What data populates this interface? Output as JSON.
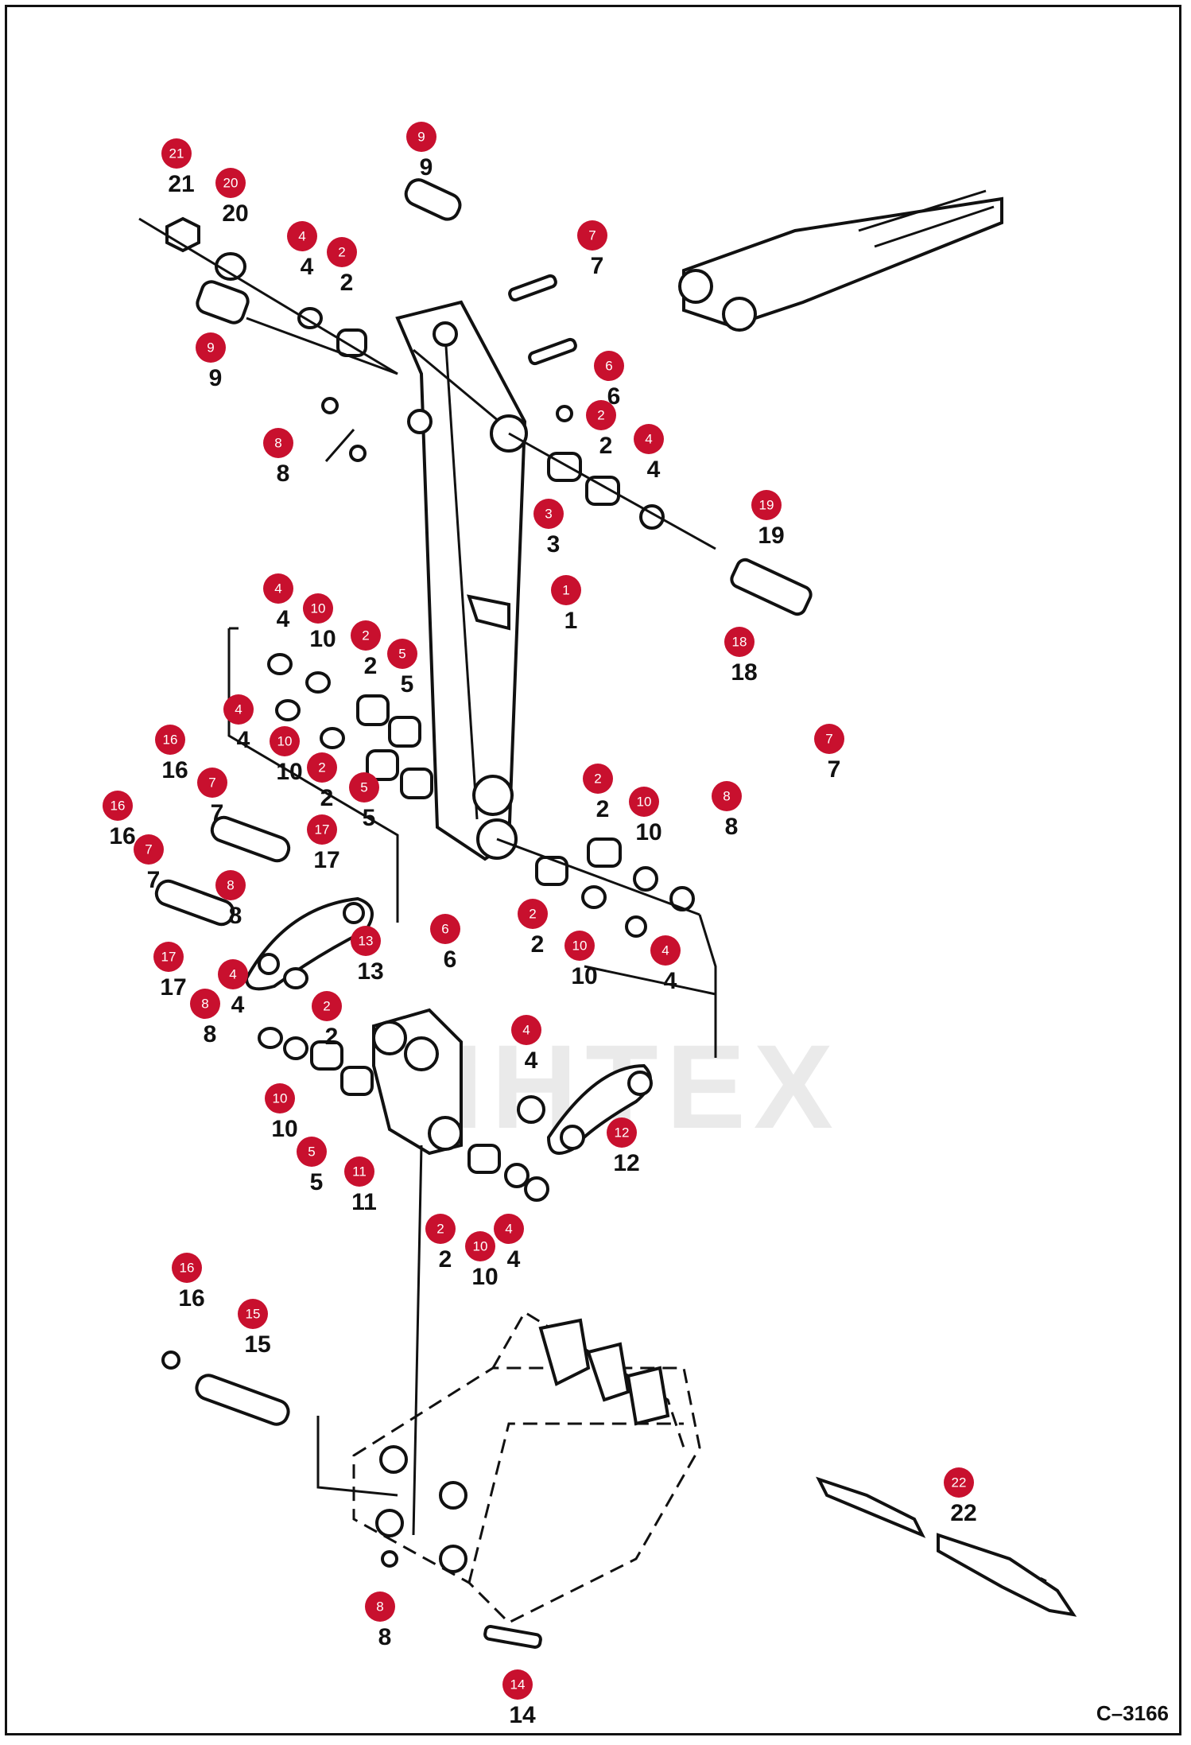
{
  "figure_code": "C–3166",
  "watermark": "ИНТЕХ",
  "callouts": [
    {
      "n": "21"
    },
    {
      "n": "20"
    },
    {
      "n": "9"
    },
    {
      "n": "4"
    },
    {
      "n": "2"
    },
    {
      "n": "9"
    },
    {
      "n": "7"
    },
    {
      "n": "6"
    },
    {
      "n": "8"
    },
    {
      "n": "2"
    },
    {
      "n": "4"
    },
    {
      "n": "3"
    },
    {
      "n": "19"
    },
    {
      "n": "1"
    },
    {
      "n": "4"
    },
    {
      "n": "10"
    },
    {
      "n": "2"
    },
    {
      "n": "5"
    },
    {
      "n": "4"
    },
    {
      "n": "10"
    },
    {
      "n": "2"
    },
    {
      "n": "5"
    },
    {
      "n": "18"
    },
    {
      "n": "7"
    },
    {
      "n": "8"
    },
    {
      "n": "16"
    },
    {
      "n": "7"
    },
    {
      "n": "16"
    },
    {
      "n": "17"
    },
    {
      "n": "7"
    },
    {
      "n": "8"
    },
    {
      "n": "17"
    },
    {
      "n": "13"
    },
    {
      "n": "2"
    },
    {
      "n": "10"
    },
    {
      "n": "2"
    },
    {
      "n": "10"
    },
    {
      "n": "4"
    },
    {
      "n": "6"
    },
    {
      "n": "4"
    },
    {
      "n": "8"
    },
    {
      "n": "2"
    },
    {
      "n": "10"
    },
    {
      "n": "5"
    },
    {
      "n": "11"
    },
    {
      "n": "4"
    },
    {
      "n": "12"
    },
    {
      "n": "2"
    },
    {
      "n": "10"
    },
    {
      "n": "4"
    },
    {
      "n": "16"
    },
    {
      "n": "15"
    },
    {
      "n": "22"
    },
    {
      "n": "8"
    },
    {
      "n": "14"
    }
  ]
}
